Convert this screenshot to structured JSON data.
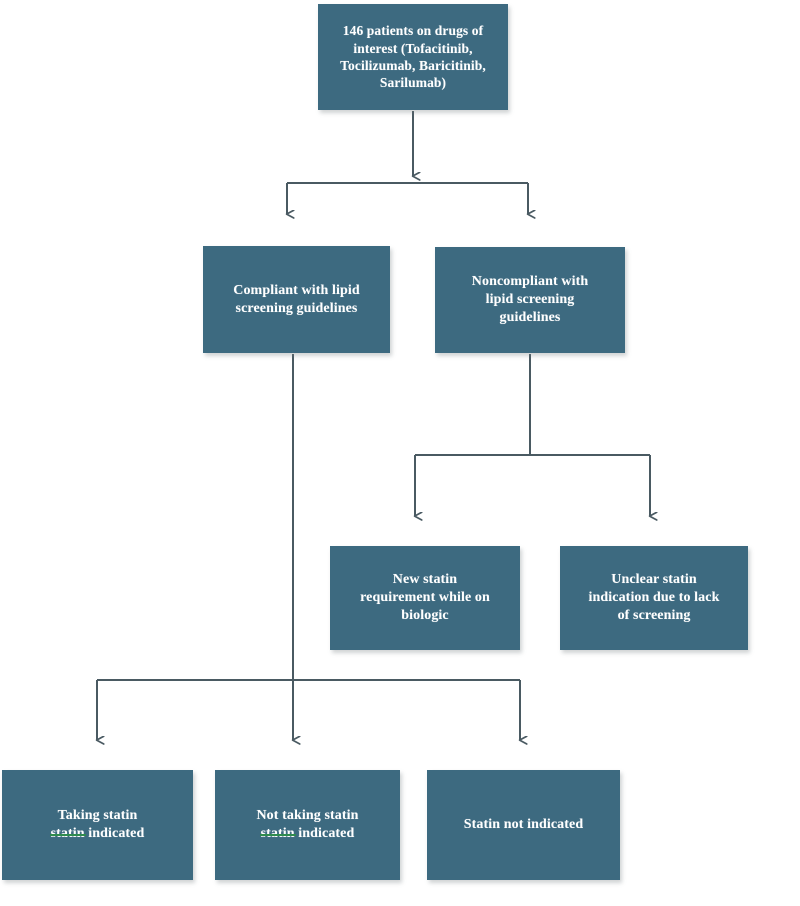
{
  "chart_data": {
    "type": "diagram",
    "title": "Lipid screening and statin indication flow for patients on biologic/JAK drugs",
    "layout": "top-down flowchart",
    "node_fill_color": "#3d6a80",
    "node_text_color": "#ffffff",
    "connector_color": "#4a5a62",
    "strikethrough_color": "#2f8b4e",
    "background_color": "#ffffff",
    "nodes": [
      {
        "id": "root",
        "label": "146 patients on drugs of interest (Tofacitinib, Tocilizumab, Baricitinib, Sarilumab)",
        "level": 0
      },
      {
        "id": "compliant",
        "label": "Compliant with lipid screening guidelines",
        "level": 1
      },
      {
        "id": "noncompliant",
        "label": "Noncompliant with lipid screening guidelines",
        "level": 1
      },
      {
        "id": "newstatin",
        "label": "New statin requirement while on biologic",
        "level": 2
      },
      {
        "id": "unclear",
        "label": "Unclear statin indication due to lack of screening",
        "level": 2
      },
      {
        "id": "taking",
        "label": "Taking statin statin indicated",
        "level": 3
      },
      {
        "id": "nottaking",
        "label": "Not taking statin statin indicated",
        "level": 3
      },
      {
        "id": "notindicated",
        "label": "Statin not indicated",
        "level": 3
      }
    ],
    "edges": [
      {
        "from": "root",
        "to": "compliant"
      },
      {
        "from": "root",
        "to": "noncompliant"
      },
      {
        "from": "noncompliant",
        "to": "newstatin"
      },
      {
        "from": "noncompliant",
        "to": "unclear"
      },
      {
        "from": "compliant",
        "to": "taking"
      },
      {
        "from": "compliant",
        "to": "nottaking"
      },
      {
        "from": "compliant",
        "to": "notindicated"
      }
    ]
  },
  "nodes": {
    "root": {
      "line1": "146 patients on drugs of",
      "line2": "interest (Tofacitinib,",
      "line3": "Tocilizumab, Baricitinib,",
      "line4": "Sarilumab)"
    },
    "compliant": {
      "line1": "Compliant with lipid",
      "line2": "screening guidelines"
    },
    "noncompliant": {
      "line1": "Noncompliant with",
      "line2": "lipid screening",
      "line3": "guidelines"
    },
    "newstatin": {
      "line1": "New statin",
      "line2": "requirement while on",
      "line3": "biologic"
    },
    "unclear": {
      "line1": "Unclear statin",
      "line2": "indication due to lack",
      "line3": "of screening"
    },
    "taking": {
      "line1": "Taking statin",
      "struck": "statin",
      "line2_rest": " indicated"
    },
    "nottaking": {
      "line1": "Not taking statin",
      "struck": "statin",
      "line2_rest": " indicated"
    },
    "notindicated": {
      "line1": "Statin not indicated"
    }
  }
}
